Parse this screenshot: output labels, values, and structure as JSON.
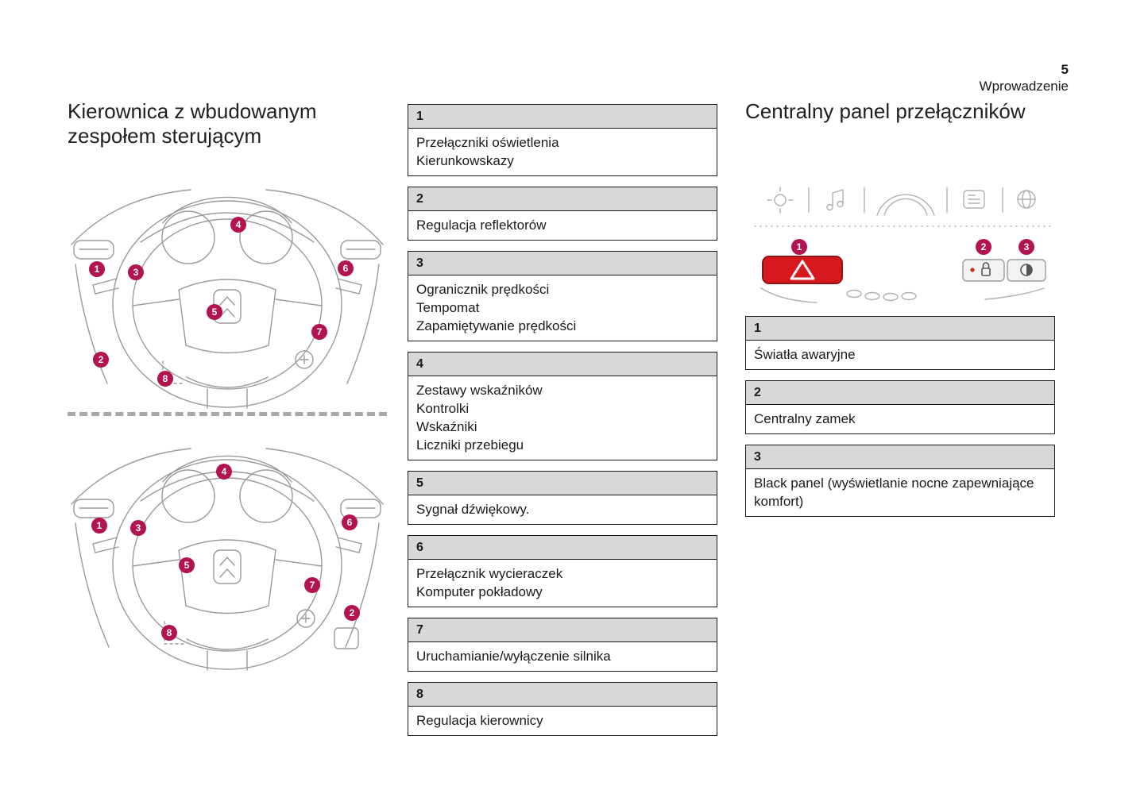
{
  "page": {
    "number": "5",
    "section_title": "Wprowadzenie"
  },
  "badges": {
    "n1": "1",
    "n2": "2",
    "n3": "3",
    "n4": "4",
    "n5": "5",
    "n6": "6",
    "n7": "7",
    "n8": "8"
  },
  "left_column": {
    "title_line1": "Kierownica z wbudowanym",
    "title_line2": "zespołem sterującym"
  },
  "middle_column": {
    "sections": [
      {
        "number": "1",
        "lines": [
          "Przełączniki oświetlenia",
          "Kierunkowskazy"
        ]
      },
      {
        "number": "2",
        "lines": [
          "Regulacja reflektorów"
        ]
      },
      {
        "number": "3",
        "lines": [
          "Ogranicznik prędkości",
          "Tempomat",
          "Zapamiętywanie prędkości"
        ]
      },
      {
        "number": "4",
        "lines": [
          "Zestawy wskaźników",
          "Kontrolki",
          "Wskaźniki",
          "Liczniki przebiegu"
        ]
      },
      {
        "number": "5",
        "lines": [
          "Sygnał dźwiękowy."
        ]
      },
      {
        "number": "6",
        "lines": [
          "Przełącznik wycieraczek",
          "Komputer pokładowy"
        ]
      },
      {
        "number": "7",
        "lines": [
          "Uruchamianie/wyłączenie silnika"
        ]
      },
      {
        "number": "8",
        "lines": [
          "Regulacja kierownicy"
        ]
      }
    ]
  },
  "right_column": {
    "title": "Centralny panel przełączników",
    "sections": [
      {
        "number": "1",
        "lines": [
          "Światła awaryjne"
        ]
      },
      {
        "number": "2",
        "lines": [
          "Centralny zamek"
        ]
      },
      {
        "number": "3",
        "lines": [
          "Black panel (wyświetlanie nocne zapewniające komfort)"
        ]
      }
    ]
  },
  "colors": {
    "badge": "#b3134f",
    "hazard_button": "#d7191f",
    "section_header_bg": "#d8d8d8"
  }
}
